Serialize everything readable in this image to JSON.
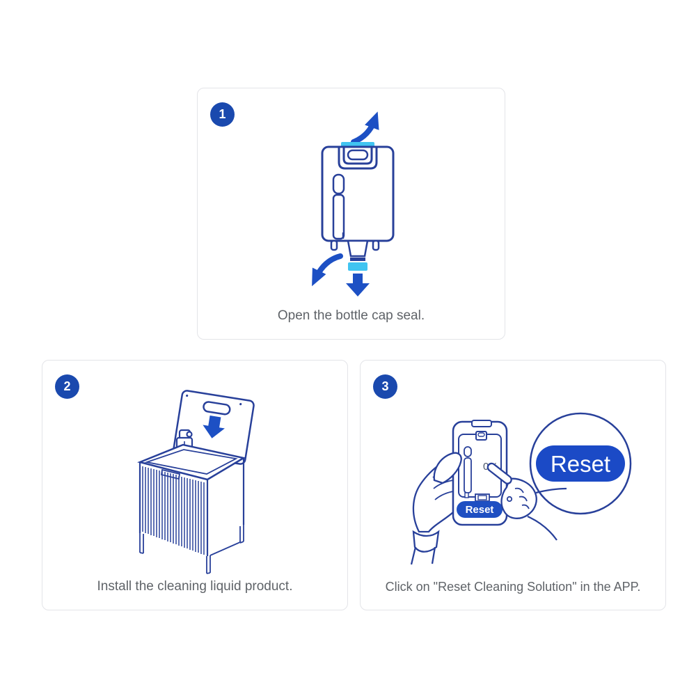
{
  "colors": {
    "outline_navy": "#28409a",
    "accent_blue": "#1d50c4",
    "badge_blue": "#1a49ae",
    "button_blue": "#1b4ac6",
    "seal_cyan": "#41c4f1",
    "caption_gray": "#5f6368",
    "panel_border": "#e3e4e8"
  },
  "steps": [
    {
      "number": "1",
      "caption": "Open the bottle cap seal."
    },
    {
      "number": "2",
      "caption": "Install the cleaning liquid product."
    },
    {
      "number": "3",
      "caption": "Click on \"Reset Cleaning Solution\" in the APP."
    }
  ],
  "phone_ui": {
    "progress_label": "0%",
    "reset_button_label": "Reset"
  },
  "magnifier": {
    "reset_button_label": "Reset"
  }
}
